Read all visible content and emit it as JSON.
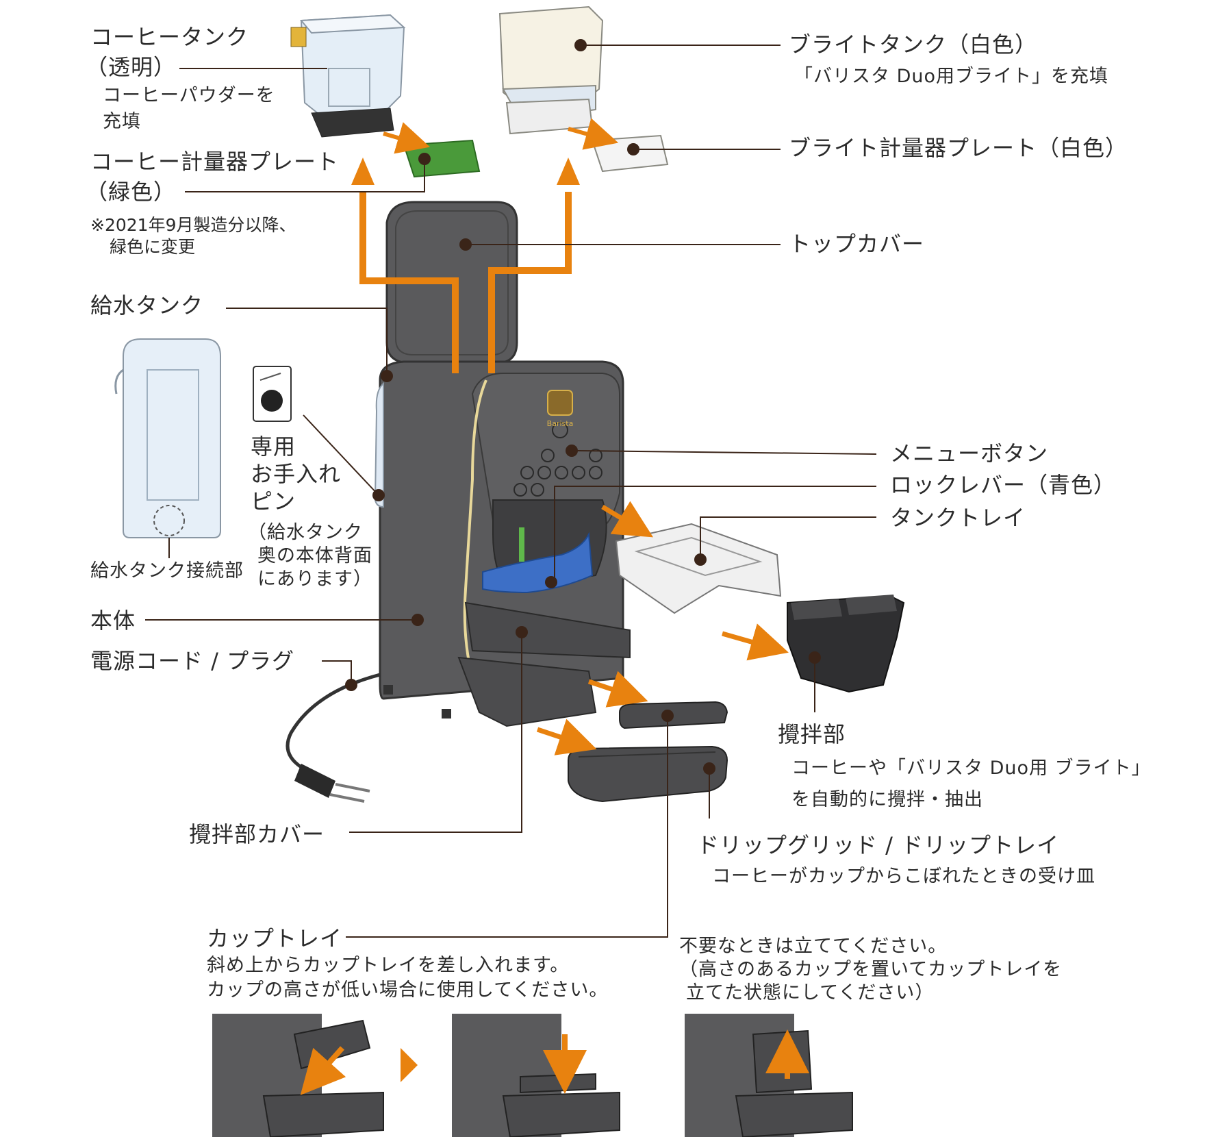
{
  "labels": {
    "coffee_tank": "コーヒータンク",
    "coffee_tank_sub": "（透明）",
    "coffee_tank_desc1": "コーヒーパウダーを",
    "coffee_tank_desc2": "充填",
    "coffee_plate": "コーヒー計量器プレート",
    "coffee_plate_sub": "（緑色）",
    "coffee_plate_note1": "※2021年9月製造分以降、",
    "coffee_plate_note2": "緑色に変更",
    "bright_tank": "ブライトタンク（白色）",
    "bright_tank_desc": "「バリスタ Duo用ブライト」を充填",
    "bright_plate": "ブライト計量器プレート（白色）",
    "top_cover": "トップカバー",
    "water_tank": "給水タンク",
    "pin_line1": "専用",
    "pin_line2": "お手入れ",
    "pin_line3": "ピン",
    "pin_note1": "（給水タンク",
    "pin_note2": "奥の本体背面",
    "pin_note3": "にあります）",
    "water_tank_connector": "給水タンク接続部",
    "body": "本体",
    "power_cord": "電源コード / プラグ",
    "menu_button": "メニューボタン",
    "lock_lever": "ロックレバー（青色）",
    "tank_tray": "タンクトレイ",
    "mixer": "攪拌部",
    "mixer_desc1": "コーヒーや「バリスタ Duo用 ブライト」",
    "mixer_desc2": "を自動的に攪拌・抽出",
    "mixer_cover": "攪拌部カバー",
    "drip": "ドリップグリッド / ドリップトレイ",
    "drip_desc": "コーヒーがカップからこぼれたときの受け皿",
    "cup_tray": "カップトレイ",
    "cup_tray_desc1": "斜め上からカップトレイを差し入れます。",
    "cup_tray_desc2": "カップの高さが低い場合に使用してください。",
    "stand_note1": "不要なときは立ててください。",
    "stand_note2": "（高さのあるカップを置いてカップトレイを",
    "stand_note3": "立てた状態にしてください）"
  },
  "logo_text": "Barista",
  "colors": {
    "body_dark": "#5a5a5c",
    "arrow_orange": "#e8820f",
    "lever_blue": "#3d6fc6",
    "plate_green": "#4a9a3a",
    "leader_line": "#3a2418"
  }
}
